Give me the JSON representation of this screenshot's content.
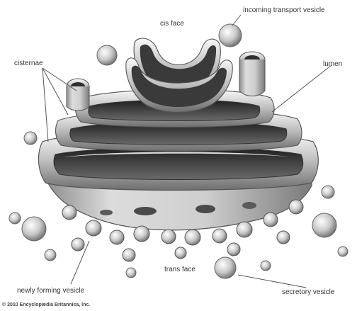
{
  "labels": {
    "cis_face": "cis face",
    "incoming_transport_vesicle": "incoming transport vesicle",
    "cisternae": "cisternae",
    "lumen": "lumen",
    "trans_face": "trans face",
    "newly_forming_vesicle": "newly forming vesicle",
    "secretory_vesicle": "secretory vesicle"
  },
  "credit": "© 2010 Encyclopædia Britannica, Inc.",
  "colors": {
    "membrane_light": "#f2f2f2",
    "membrane_mid": "#b8b8b8",
    "membrane_dark": "#5a5a5a",
    "lumen_dark": "#2e2e2e",
    "leader_line": "#555555"
  }
}
